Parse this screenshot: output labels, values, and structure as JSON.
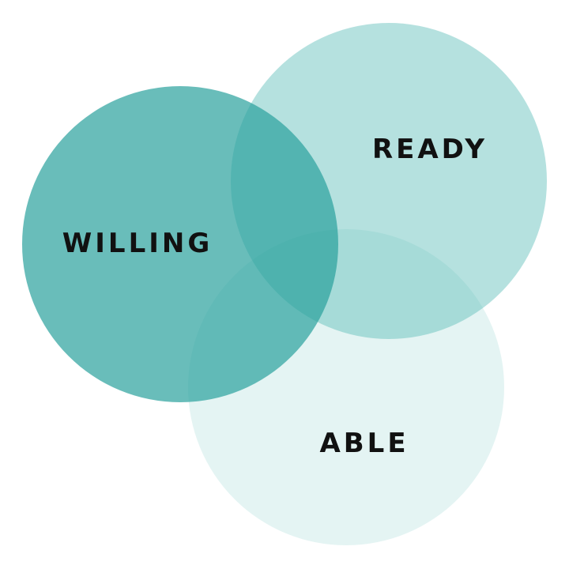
{
  "diagram": {
    "type": "venn",
    "sets": [
      {
        "id": "willing",
        "label": "WILLING",
        "color": "#2aa19d",
        "opacity": 0.7
      },
      {
        "id": "ready",
        "label": "READY",
        "color": "#5cbcb7",
        "opacity": 0.45
      },
      {
        "id": "able",
        "label": "ABLE",
        "color": "#a6d9d6",
        "opacity": 0.3
      }
    ]
  }
}
